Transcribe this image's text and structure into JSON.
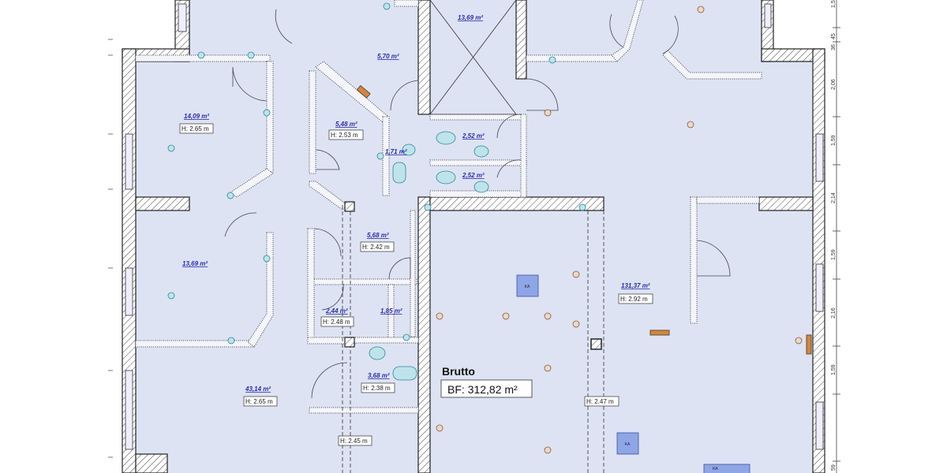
{
  "plan": {
    "rooms": [
      {
        "area": "13,69 m²"
      },
      {
        "area": "5,70 m²"
      },
      {
        "area": "14,09 m²",
        "height": "H: 2.65 m"
      },
      {
        "area": "5,48 m²",
        "height": "H: 2.53 m"
      },
      {
        "area": "1,71 m²"
      },
      {
        "area": "2,52 m²"
      },
      {
        "area": "2,52 m²"
      },
      {
        "area": "5,68 m²",
        "height": "H: 2.42 m"
      },
      {
        "area": "13,69 m²"
      },
      {
        "area": "131,37 m²",
        "height": "H: 2.92 m"
      },
      {
        "area": "2,44 m²",
        "height": "H: 2.48 m"
      },
      {
        "area": "1,85 m²"
      },
      {
        "area": "3,68 m²",
        "height": "H: 2.38 m"
      },
      {
        "area": "43,14 m²",
        "height": "H: 2.65 m"
      }
    ],
    "extra_heights": [
      "H: 2.47 m",
      "H: 2.45 m"
    ],
    "summary": {
      "title": "Brutto",
      "value": "BF: 312,82 m²"
    },
    "ka_label": "KA",
    "dimensions": [
      "1,5",
      "45",
      "36",
      "2,06",
      "1,59",
      "2,14",
      "1,59",
      "2,16",
      "1,59",
      "59"
    ],
    "colors": {
      "floor": "#dde3f3",
      "wall_outline": "#222222",
      "area_text": "#2b2bb8",
      "ka_box": "#8fa6e6"
    }
  }
}
